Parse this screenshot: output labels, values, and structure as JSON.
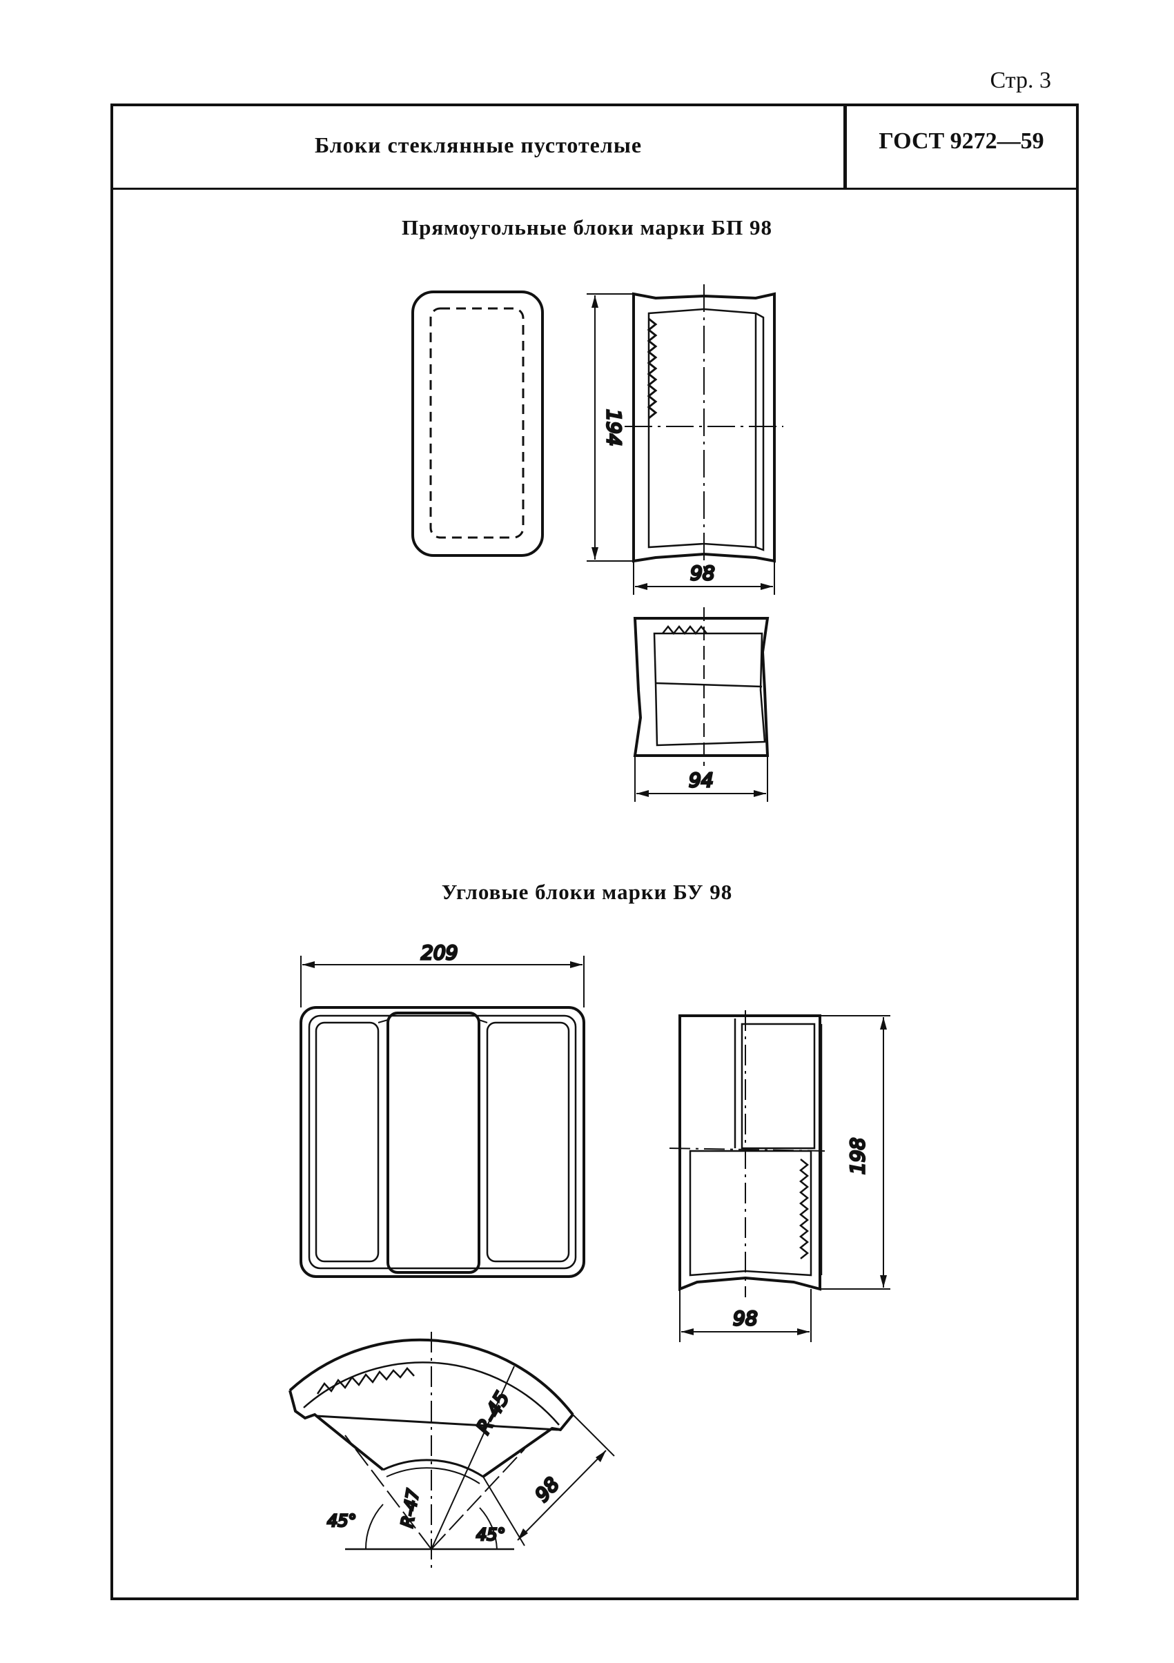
{
  "page_number": "Стр. 3",
  "header": {
    "title": "Блоки стеклянные пустотелые",
    "standard": "ГОСТ 9272—59"
  },
  "sections": [
    {
      "title": "Прямоугольные блоки марки БП 98"
    },
    {
      "title": "Угловые блоки марки БУ 98"
    }
  ],
  "dimensions": {
    "bp_height": "194",
    "bp_width": "98",
    "bp_side_width": "94",
    "bu_width": "209",
    "bu_height": "198",
    "bu_side_width": "98",
    "bu_radius_outer": "R-45",
    "bu_radius_inner": "R-47",
    "bu_arc_dim": "98",
    "bu_angle_left": "45°",
    "bu_angle_right": "45°"
  }
}
